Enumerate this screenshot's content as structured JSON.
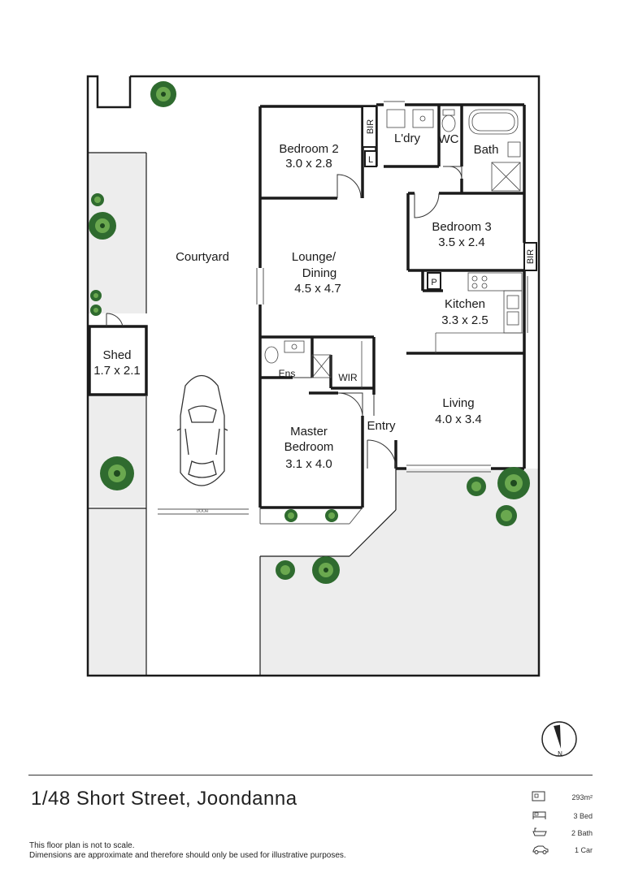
{
  "plan": {
    "rooms": {
      "bedroom2": {
        "name": "Bedroom 2",
        "size": "3.0 x 2.8"
      },
      "bedroom3": {
        "name": "Bedroom 3",
        "size": "3.5 x 2.4"
      },
      "lounge": {
        "name_line1": "Lounge/",
        "name_line2": "Dining",
        "size": "4.5 x 4.7"
      },
      "kitchen": {
        "name": "Kitchen",
        "size": "3.3 x 2.5"
      },
      "living": {
        "name": "Living",
        "size": "4.0 x 3.4"
      },
      "master": {
        "name_line1": "Master",
        "name_line2": "Bedroom",
        "size": "3.1 x 4.0"
      },
      "shed": {
        "name": "Shed",
        "size": "1.7 x 2.1"
      },
      "courtyard": {
        "name": "Courtyard"
      },
      "laundry": {
        "name": "L'dry"
      },
      "wc": {
        "name": "WC"
      },
      "bath": {
        "name": "Bath"
      },
      "ensuite": {
        "name": "Ens"
      },
      "wir": {
        "name": "WIR"
      },
      "entry": {
        "name": "Entry"
      },
      "bir1": {
        "name": "BIR"
      },
      "bir2": {
        "name": "BIR"
      },
      "linen": {
        "name": "L"
      },
      "pantry": {
        "name": "P"
      },
      "door": {
        "name": "DOOR"
      }
    },
    "compass": {
      "label": "N"
    }
  },
  "footer": {
    "address": "1/48 Short Street, Joondanna",
    "disclaimer_line1": "This floor plan is not to scale.",
    "disclaimer_line2": "Dimensions are approximate and therefore should only be used for illustrative purposes.",
    "stats": {
      "area": {
        "value": "293m²",
        "icon": "land-area-icon"
      },
      "bed": {
        "value": "3 Bed",
        "icon": "bed-icon"
      },
      "bath": {
        "value": "2 Bath",
        "icon": "bathtub-icon"
      },
      "car": {
        "value": "1 Car",
        "icon": "car-icon"
      }
    }
  }
}
